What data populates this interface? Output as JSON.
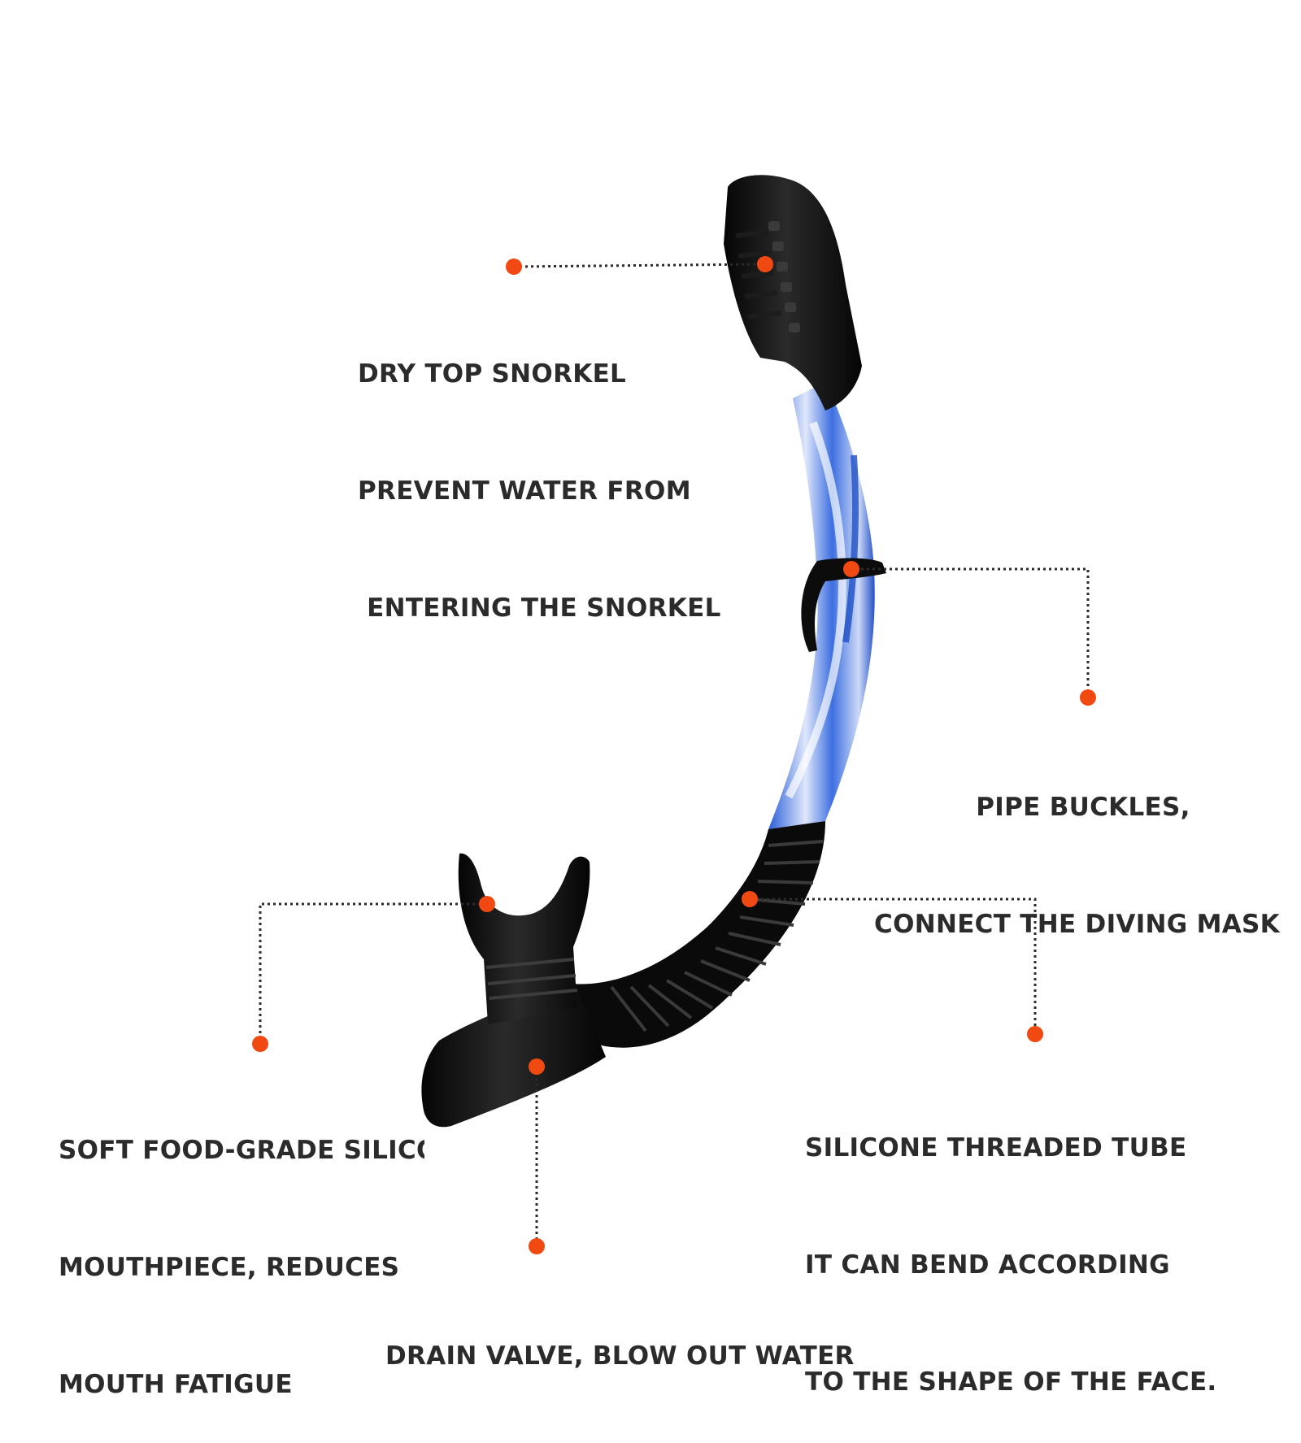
{
  "callouts": {
    "dry_top": {
      "lines": [
        "DRY TOP SNORKEL",
        "PREVENT WATER FROM",
        " ENTERING THE SNORKEL"
      ]
    },
    "pipe_buckles": {
      "lines": [
        "PIPE BUCKLES,",
        "CONNECT THE DIVING MASK"
      ]
    },
    "mouthpiece": {
      "lines": [
        "SOFT FOOD-GRADE SILICONE",
        "MOUTHPIECE, REDUCES",
        "MOUTH FATIGUE"
      ]
    },
    "threaded_tube": {
      "lines": [
        "SILICONE THREADED TUBE",
        "IT CAN BEND ACCORDING",
        "TO THE SHAPE OF THE FACE."
      ]
    },
    "drain_valve": {
      "lines": [
        "DRAIN VALVE, BLOW OUT WATER"
      ]
    }
  },
  "colors": {
    "marker": "#f04a12",
    "text": "#2b2b2b",
    "snorkel_black": "#0d0d0d",
    "tube_blue": "#2a5fd8"
  }
}
